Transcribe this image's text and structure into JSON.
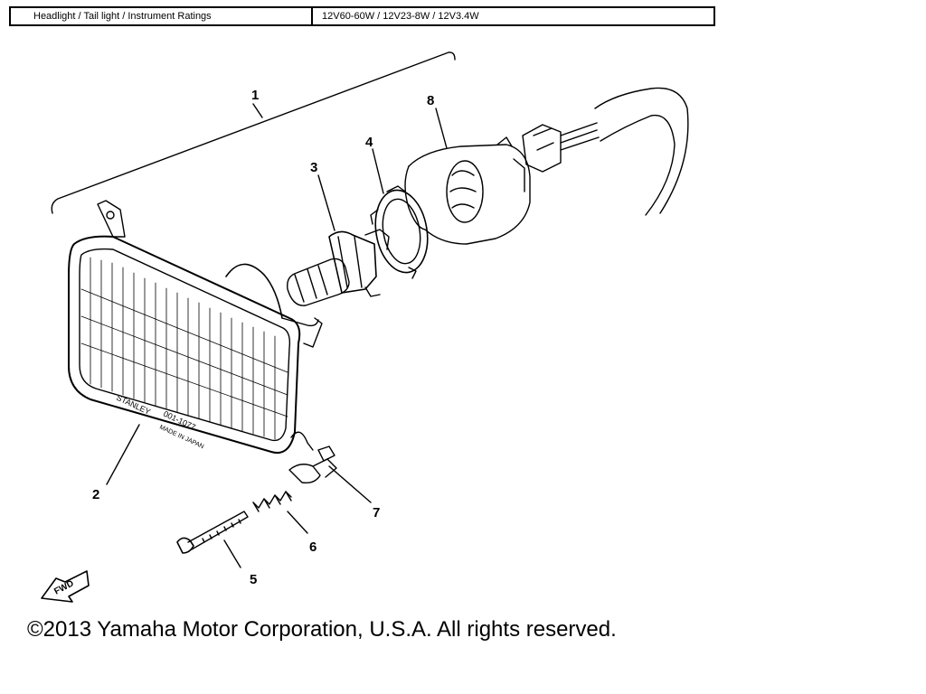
{
  "ratings": {
    "label": "Headlight / Tail light / Instrument Ratings",
    "value": "12V60-60W / 12V23-8W / 12V3.4W"
  },
  "callouts": [
    "1",
    "2",
    "3",
    "4",
    "5",
    "6",
    "7",
    "8"
  ],
  "lens_marking": [
    "STANLEY",
    "001-1077",
    "MADE IN JAPAN"
  ],
  "fwd_label": "FWD",
  "copyright": "©2013 Yamaha Motor Corporation, U.S.A. All rights reserved."
}
